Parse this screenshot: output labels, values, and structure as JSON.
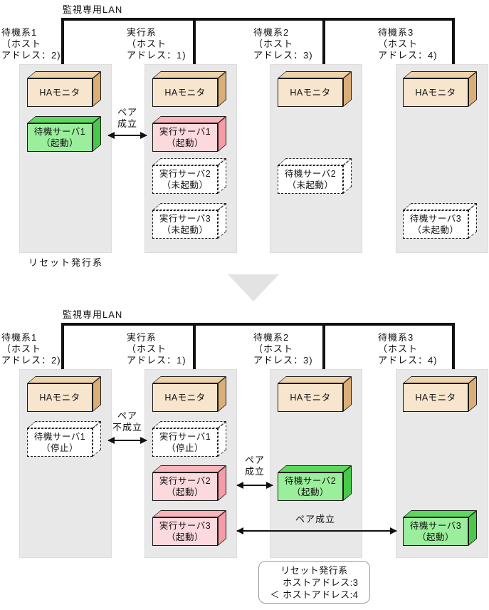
{
  "colors": {
    "ha_monitor_face": "#f7e5cd",
    "active_server_face": "#fcd9dd",
    "standby_running_face": "#9bee9b",
    "column_bg": "#e8e8e8",
    "lan_line": "#111111"
  },
  "before": {
    "lan_label": "監視専用LAN",
    "hosts": [
      {
        "lines": [
          "待機系1",
          "（ホスト",
          "アドレス：2)"
        ]
      },
      {
        "lines": [
          "実行系",
          "（ホスト",
          "アドレス：1)"
        ]
      },
      {
        "lines": [
          "待機系2",
          "（ホスト",
          "アドレス：3)"
        ]
      },
      {
        "lines": [
          "待機系3",
          "（ホスト",
          "アドレス：4)"
        ]
      }
    ],
    "columns": [
      {
        "servers": [
          {
            "label": "HAモニタ"
          },
          {
            "label": "待機サーバ1",
            "state": "（起動）"
          }
        ]
      },
      {
        "servers": [
          {
            "label": "HAモニタ"
          },
          {
            "label": "実行サーバ1",
            "state": "（起動）"
          },
          {
            "label": "実行サーバ2",
            "state": "（未起動）"
          },
          {
            "label": "実行サーバ3",
            "state": "（未起動）"
          }
        ]
      },
      {
        "servers": [
          {
            "label": "HAモニタ"
          },
          {
            "label": "待機サーバ2",
            "state": "（未起動）"
          }
        ]
      },
      {
        "servers": [
          {
            "label": "HAモニタ"
          },
          {
            "label": "待機サーバ3",
            "state": "（未起動）"
          }
        ]
      }
    ],
    "pair": {
      "line1": "ペア",
      "line2": "成立"
    },
    "reset_note": "リセット発行系"
  },
  "after": {
    "lan_label": "監視専用LAN",
    "hosts": [
      {
        "lines": [
          "待機系1",
          "（ホスト",
          "アドレス：2)"
        ]
      },
      {
        "lines": [
          "実行系",
          "（ホスト",
          "アドレス：1)"
        ]
      },
      {
        "lines": [
          "待機系2",
          "（ホスト",
          "アドレス：3)"
        ]
      },
      {
        "lines": [
          "待機系3",
          "（ホスト",
          "アドレス：4)"
        ]
      }
    ],
    "columns": [
      {
        "servers": [
          {
            "label": "HAモニタ"
          },
          {
            "label": "待機サーバ1",
            "state": "（停止）"
          }
        ]
      },
      {
        "servers": [
          {
            "label": "HAモニタ"
          },
          {
            "label": "実行サーバ1",
            "state": "（停止）"
          },
          {
            "label": "実行サーバ2",
            "state": "（起動）"
          },
          {
            "label": "実行サーバ3",
            "state": "（起動）"
          }
        ]
      },
      {
        "servers": [
          {
            "label": "HAモニタ"
          },
          {
            "label": "待機サーバ2",
            "state": "（起動）"
          }
        ]
      },
      {
        "servers": [
          {
            "label": "HAモニタ"
          },
          {
            "label": "待機サーバ3",
            "state": "（起動）"
          }
        ]
      }
    ],
    "pairs": [
      {
        "line1": "ペア",
        "line2": "不成立"
      },
      {
        "line1": "ペア",
        "line2": "成立"
      },
      {
        "label": "ペア成立"
      }
    ],
    "reset_note_lines": [
      "リセット発行系",
      "ホストアドレス:3",
      "＜ ホストアドレス:4"
    ]
  }
}
